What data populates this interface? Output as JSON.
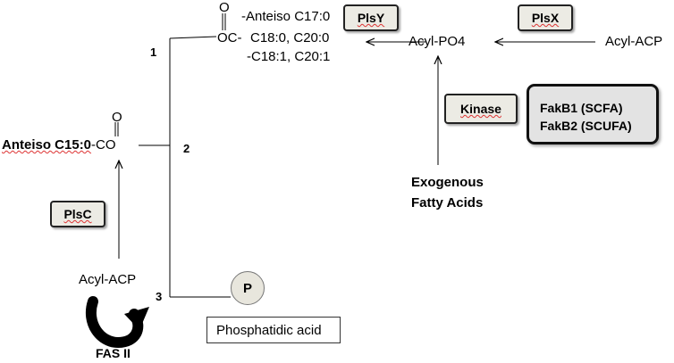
{
  "top_chain": {
    "carbonyl_o": "O",
    "oc": "OC-",
    "line1": "-Anteiso C17:0",
    "line2": "C18:0, C20:0",
    "line3": "-C18:1, C20:1"
  },
  "positions": {
    "n1": "1",
    "n2": "2",
    "n3": "3"
  },
  "mid_chain": {
    "bold_part": "Anteiso C15:0",
    "suffix": "-CO",
    "carbonyl_o": "O"
  },
  "enzymes": {
    "plsy": "PlsY",
    "plsx": "PlsX",
    "plsc": "PlsC",
    "kinase": "Kinase"
  },
  "fakb": {
    "line1": "FakB1 (SCFA)",
    "line2": "FakB2 (SCUFA)"
  },
  "intermediates": {
    "acyl_po4": "Acyl-PO4",
    "acyl_acp_right": "Acyl-ACP",
    "acyl_acp_left": "Acyl-ACP"
  },
  "exogenous": {
    "line1": "Exogenous",
    "line2": "Fatty Acids"
  },
  "phosphate": "P",
  "product": "Phosphatidic acid",
  "fas": "FAS II"
}
